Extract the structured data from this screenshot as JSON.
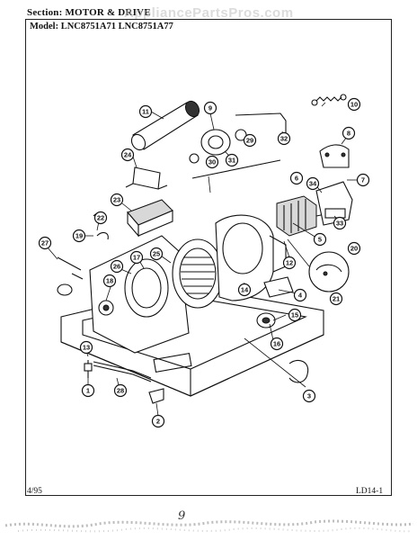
{
  "header": {
    "section_label": "Section:",
    "section_value": "MOTOR & DRIVE",
    "model_label": "Model:",
    "model_values": "LNC8751A71  LNC8751A77",
    "watermark": "AppliancePartsPros.com"
  },
  "footer": {
    "date": "4/95",
    "page_code": "LD14-1",
    "handwritten_mark": "9"
  },
  "callouts": [
    "1",
    "2",
    "3",
    "4",
    "5",
    "6",
    "7",
    "8",
    "9",
    "10",
    "11",
    "12",
    "13",
    "14",
    "15",
    "16",
    "17",
    "18",
    "19",
    "20",
    "21",
    "22",
    "23",
    "24",
    "25",
    "26",
    "27",
    "28",
    "29",
    "30",
    "31",
    "32",
    "33",
    "34"
  ]
}
